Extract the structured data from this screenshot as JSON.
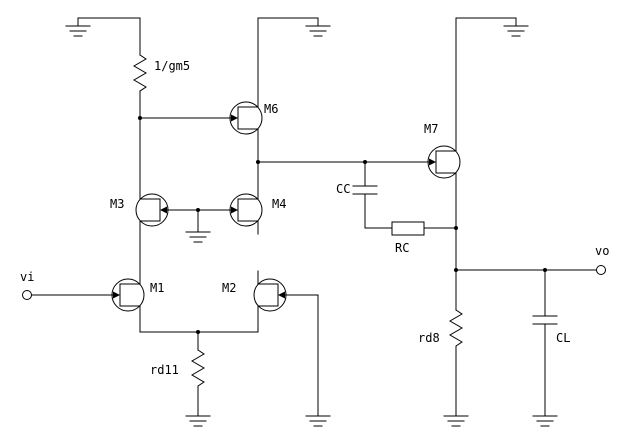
{
  "schematic": {
    "background": "#ffffff",
    "ink": "#000000",
    "terminals": {
      "input": "vi",
      "output": "vo"
    },
    "transistors": {
      "m1": "M1",
      "m2": "M2",
      "m3": "M3",
      "m4": "M4",
      "m6": "M6",
      "m7": "M7"
    },
    "passives": {
      "gm5": "1/gm5",
      "cc": "CC",
      "rc": "RC",
      "rd11": "rd11",
      "rd8": "rd8",
      "cl": "CL"
    }
  }
}
